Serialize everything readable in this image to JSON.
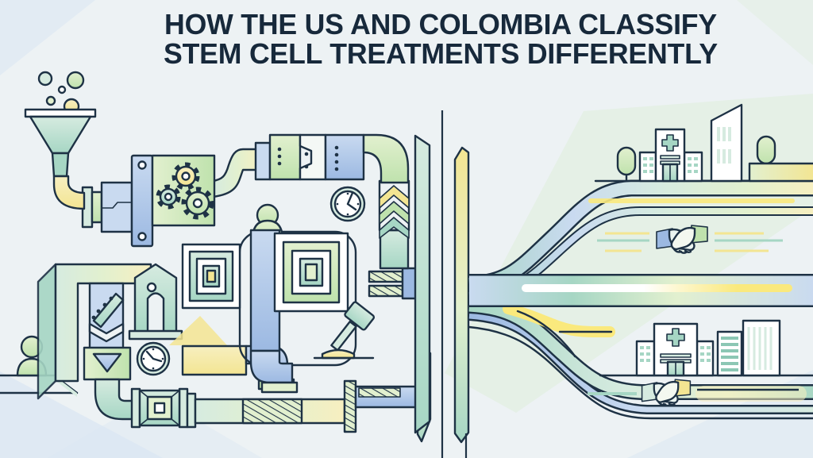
{
  "title": {
    "line1": "HOW THE US AND COLOMBIA CLASSIFY",
    "line2": "STEM CELL TREATMENTS DIFFERENTLY"
  },
  "left_scene": {
    "icons": [
      "bubbles-icon",
      "funnel-icon",
      "coupling-pipes",
      "gear-machine-icon",
      "gear-icon",
      "top-duct",
      "clock-icon",
      "chevron-up-icon",
      "concentric-maze-icon",
      "person-icon",
      "loop-outline",
      "vertical-pipe",
      "gavel-icon",
      "arch-icon",
      "filter-hopper-icon",
      "junction-box-icon",
      "hatched-pipe-sections",
      "barrier-wall"
    ]
  },
  "divider": {
    "icons": [
      "divider-wall-left",
      "divider-line",
      "divider-wall-right"
    ]
  },
  "right_scene": {
    "icons": [
      "flow-lanes",
      "highlight-line",
      "tree-icon",
      "hospital-icon",
      "office-building-icon",
      "hedge",
      "handshake-icon",
      "accent-lines"
    ]
  },
  "colors": {
    "outline": "#1e3245",
    "title_text": "#17293b",
    "bg": "#edf2f4",
    "accent_blue": "#d9e6f2",
    "accent_green": "#e2efe2",
    "teal": "#a6d6c4",
    "teal_light": "#d6ebe0",
    "teal_deep": "#8cc7b4",
    "green": "#bfe2ad",
    "green_light": "#e2f0cf",
    "yellow": "#f3e592",
    "yellow_glow": "#fae97d",
    "yellow_soft": "#f7efc0",
    "blue": "#9cb9e2",
    "blue_light": "#c9daf0",
    "white": "#ffffff"
  }
}
